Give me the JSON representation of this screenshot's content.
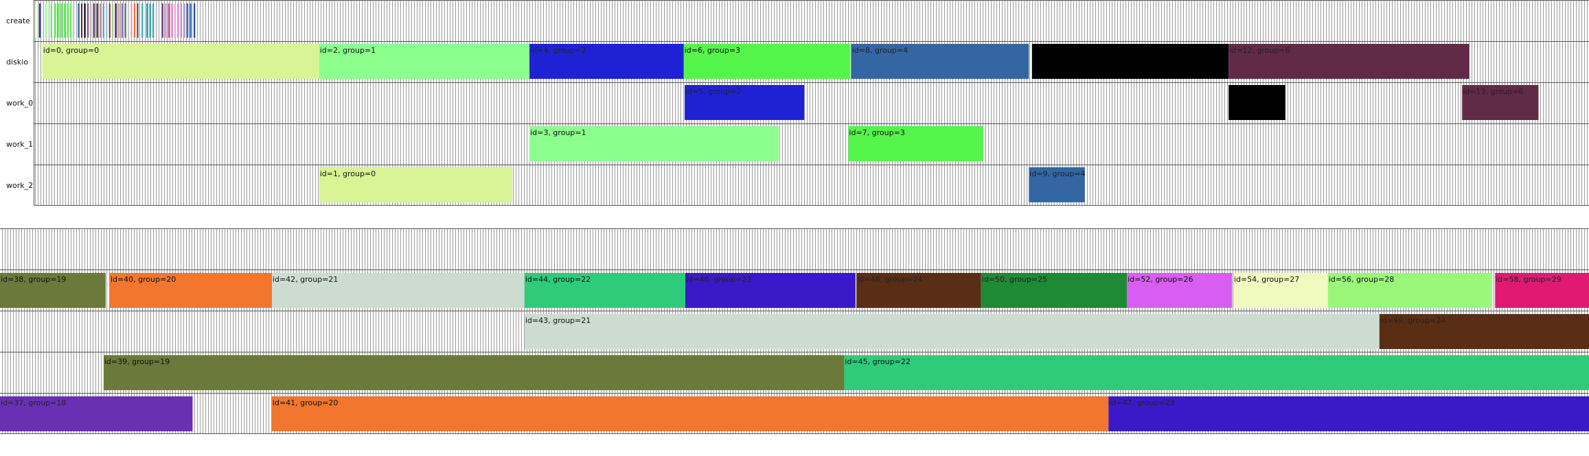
{
  "chart_data": {
    "type": "gantt",
    "title": "",
    "panels": [
      {
        "panel": "top",
        "lanes": [
          {
            "label": "create"
          },
          {
            "label": "diskio"
          },
          {
            "label": "work_0"
          },
          {
            "label": "work_1"
          },
          {
            "label": "work_2"
          }
        ],
        "x_range": [
          0,
          1000
        ],
        "tasks": [
          {
            "lane": "diskio",
            "label": "id=0, group=0",
            "start": 5.2,
            "end": 183.2,
            "color": "#d8f494"
          },
          {
            "lane": "diskio",
            "label": "id=2, group=1",
            "start": 183.2,
            "end": 318.5,
            "color": "#8dff8d"
          },
          {
            "lane": "diskio",
            "label": "id=4, group=2",
            "start": 318.5,
            "end": 417.7,
            "color": "#1f22d4"
          },
          {
            "lane": "diskio",
            "label": "id=6, group=3",
            "start": 417.7,
            "end": 524.9,
            "color": "#55f44a"
          },
          {
            "lane": "diskio",
            "label": "id=8, group=4",
            "start": 525.5,
            "end": 639.7,
            "color": "#3366a3"
          },
          {
            "lane": "diskio",
            "label": "",
            "start": 641.7,
            "end": 768.2,
            "color": "#000000"
          },
          {
            "lane": "diskio",
            "label": "id=12, group=6",
            "start": 768.2,
            "end": 923.0,
            "color": "#612a47"
          },
          {
            "lane": "work_0",
            "label": "id=5, group=2",
            "start": 418.3,
            "end": 495.2,
            "color": "#1f22d4"
          },
          {
            "lane": "work_0",
            "label": "",
            "start": 768.2,
            "end": 804.7,
            "color": "#000000"
          },
          {
            "lane": "work_0",
            "label": "id=13, group=6",
            "start": 918.4,
            "end": 967.5,
            "color": "#612a47"
          },
          {
            "lane": "work_1",
            "label": "id=3, group=1",
            "start": 318.5,
            "end": 478.8,
            "color": "#8dff8d"
          },
          {
            "lane": "work_1",
            "label": "id=7, group=3",
            "start": 523.6,
            "end": 610.4,
            "color": "#55f44a"
          },
          {
            "lane": "work_2",
            "label": "id=1, group=0",
            "start": 183.2,
            "end": 307.4,
            "color": "#d8f494"
          },
          {
            "lane": "work_2",
            "label": "id=9, group=4",
            "start": 639.7,
            "end": 675.6,
            "color": "#3366a3"
          }
        ],
        "create_marks": [
          {
            "x": 0.2,
            "color": "#d8f494"
          },
          {
            "x": 3.0,
            "color": "#1f22d4"
          },
          {
            "x": 7.0,
            "color": "#8dff8d"
          },
          {
            "x": 10.5,
            "color": "#55f44a"
          },
          {
            "x": 13.0,
            "color": "#55f44a"
          },
          {
            "x": 15.0,
            "color": "#55f44a"
          },
          {
            "x": 17.0,
            "color": "#55f44a"
          },
          {
            "x": 19.0,
            "color": "#55f44a"
          },
          {
            "x": 21.0,
            "color": "#55f44a"
          },
          {
            "x": 23.0,
            "color": "#55f44a"
          },
          {
            "x": 28.0,
            "color": "#3366a3"
          },
          {
            "x": 30.0,
            "color": "#612a47"
          },
          {
            "x": 32.0,
            "color": "#000000"
          },
          {
            "x": 34.0,
            "color": "#8d4aa3"
          },
          {
            "x": 36.0,
            "color": "#c8cfa0"
          },
          {
            "x": 38.0,
            "color": "#6b3d8a"
          },
          {
            "x": 40.0,
            "color": "#3a3a3a"
          },
          {
            "x": 42.0,
            "color": "#d4889c"
          },
          {
            "x": 44.0,
            "color": "#55a8c9"
          },
          {
            "x": 46.0,
            "color": "#a3b8d6"
          },
          {
            "x": 48.0,
            "color": "#7d4a2e"
          },
          {
            "x": 50.0,
            "color": "#b4d48c"
          },
          {
            "x": 52.0,
            "color": "#2e2a87"
          },
          {
            "x": 54.0,
            "color": "#e0a070"
          },
          {
            "x": 56.0,
            "color": "#9c6bd4"
          },
          {
            "x": 58.0,
            "color": "#4a8a5c"
          },
          {
            "x": 60.0,
            "color": "#c9c9c9"
          },
          {
            "x": 62.0,
            "color": "#d49cd4"
          },
          {
            "x": 64.0,
            "color": "#f07030"
          },
          {
            "x": 66.0,
            "color": "#5a5a5a"
          },
          {
            "x": 69.0,
            "color": "#3aa8b0"
          },
          {
            "x": 72.0,
            "color": "#2fa0a8"
          },
          {
            "x": 74.0,
            "color": "#2fa0a8"
          },
          {
            "x": 76.0,
            "color": "#2fa0a8"
          },
          {
            "x": 82.0,
            "color": "#6b3d8a"
          },
          {
            "x": 84.0,
            "color": "#d49cd4"
          },
          {
            "x": 86.0,
            "color": "#c84a9c"
          },
          {
            "x": 88.0,
            "color": "#e890d8"
          },
          {
            "x": 90.0,
            "color": "#f0a0e0"
          },
          {
            "x": 92.0,
            "color": "#e878c8"
          },
          {
            "x": 94.0,
            "color": "#a890d4"
          },
          {
            "x": 96.0,
            "color": "#b090e0"
          },
          {
            "x": 98.0,
            "color": "#3a6ab8"
          },
          {
            "x": 100.0,
            "color": "#2a60c0"
          },
          {
            "x": 102.5,
            "color": "#1f48a8"
          }
        ]
      },
      {
        "panel": "bottom",
        "lanes": [
          {
            "label": ""
          },
          {
            "label": ""
          },
          {
            "label": ""
          },
          {
            "label": ""
          },
          {
            "label": ""
          }
        ],
        "x_range": [
          0,
          1000
        ],
        "tasks": [
          {
            "lane_index": 1,
            "label": "id=38, group=19",
            "start": 0.0,
            "end": 66.5,
            "color": "#6b7a3a"
          },
          {
            "lane_index": 1,
            "label": "id=40, group=20",
            "start": 69.1,
            "end": 171.1,
            "color": "#f2762e"
          },
          {
            "lane_index": 1,
            "label": "id=42, group=21",
            "start": 171.1,
            "end": 330.1,
            "color": "#cddcd0"
          },
          {
            "lane_index": 1,
            "label": "id=44, group=22",
            "start": 330.1,
            "end": 431.3,
            "color": "#2ecc7a"
          },
          {
            "lane_index": 1,
            "label": "id=46, group=23",
            "start": 431.3,
            "end": 538.4,
            "color": "#3a1ac8"
          },
          {
            "lane_index": 1,
            "label": "id=48, group=24",
            "start": 539.0,
            "end": 617.4,
            "color": "#5a2e14"
          },
          {
            "lane_index": 1,
            "label": "id=50, group=25",
            "start": 617.4,
            "end": 709.2,
            "color": "#1e8a36"
          },
          {
            "lane_index": 1,
            "label": "id=52, group=26",
            "start": 709.2,
            "end": 775.4,
            "color": "#d85ef2"
          },
          {
            "lane_index": 1,
            "label": "id=54, group=27",
            "start": 776.1,
            "end": 835.7,
            "color": "#f0fac0"
          },
          {
            "lane_index": 1,
            "label": "id=56, group=28",
            "start": 835.7,
            "end": 939.0,
            "color": "#9af77a"
          },
          {
            "lane_index": 1,
            "label": "id=58, group=29",
            "start": 940.9,
            "end": 1000.0,
            "color": "#e01a72"
          },
          {
            "lane_index": 2,
            "label": "id=43, group=21",
            "start": 330.1,
            "end": 868.1,
            "color": "#cddcd0"
          },
          {
            "lane_index": 2,
            "label": "id=49, group=24",
            "start": 868.1,
            "end": 1000.0,
            "color": "#5a2e14"
          },
          {
            "lane_index": 3,
            "label": "id=39, group=19",
            "start": 65.2,
            "end": 531.3,
            "color": "#6b7a3a"
          },
          {
            "lane_index": 3,
            "label": "id=45, group=22",
            "start": 531.3,
            "end": 1000.0,
            "color": "#2ecc7a"
          },
          {
            "lane_index": 4,
            "label": "id=37, group=18",
            "start": 0.0,
            "end": 121.2,
            "color": "#6a30b4"
          },
          {
            "lane_index": 4,
            "label": "id=41, group=20",
            "start": 171.1,
            "end": 697.6,
            "color": "#f2762e"
          },
          {
            "lane_index": 4,
            "label": "id=47, group=23",
            "start": 697.6,
            "end": 1000.0,
            "color": "#3a1ac8"
          }
        ]
      }
    ]
  }
}
